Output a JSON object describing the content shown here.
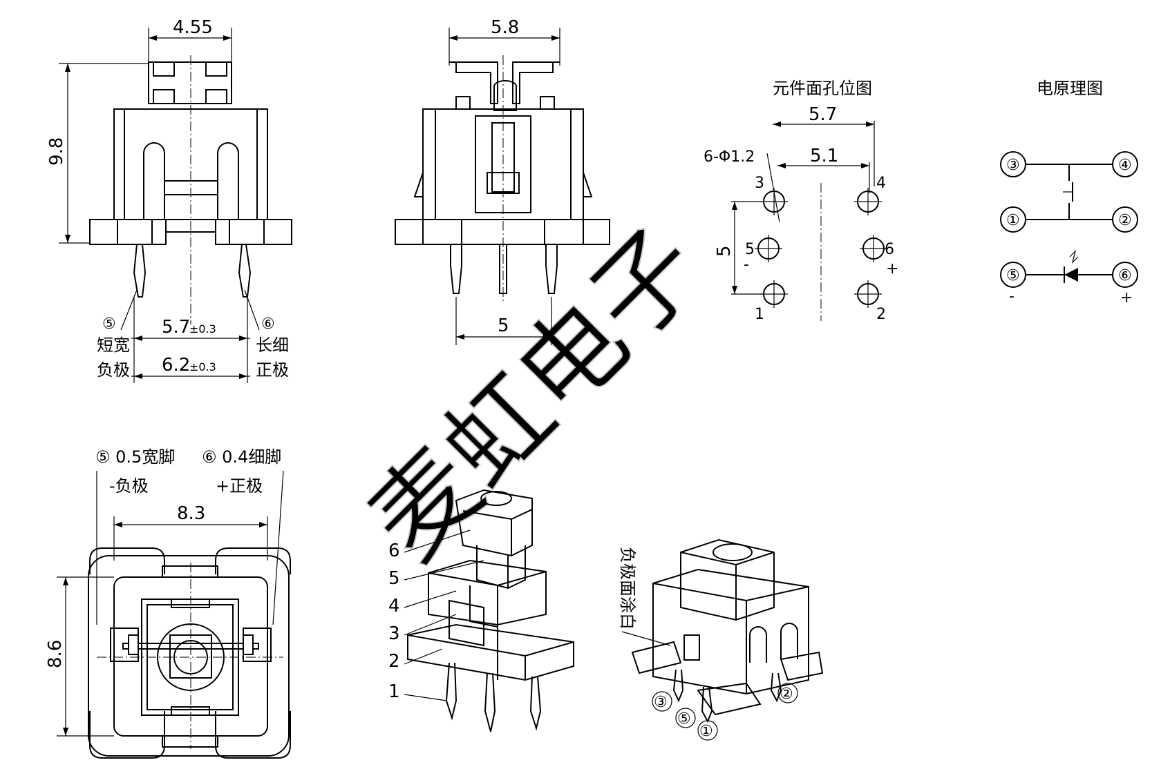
{
  "watermark": "麦虹电子",
  "front_view": {
    "dim_top": "4.55",
    "dim_height": "9.8",
    "dim_pins_inner": "5.7",
    "dim_pins_inner_tol": "±0.3",
    "dim_pins_outer": "6.2",
    "dim_pins_outer_tol": "±0.3",
    "pin5_marker": "⑤",
    "pin6_marker": "⑥",
    "pin5_desc_1": "短宽",
    "pin5_desc_2": "负极",
    "pin6_desc_1": "长细",
    "pin6_desc_2": "正极"
  },
  "side_view": {
    "dim_top": "5.8",
    "dim_bottom": "5"
  },
  "footprint": {
    "title": "元件面孔位图",
    "dim_outer": "5.7",
    "dim_inner": "5.1",
    "hole_spec": "6-Φ1.2",
    "dim_vertical": "5",
    "hole_labels": [
      "3",
      "4",
      "5",
      "6",
      "1",
      "2"
    ],
    "minus_sign": "-",
    "plus_sign": "+"
  },
  "schematic": {
    "title": "电原理图",
    "nodes": [
      "③",
      "④",
      "①",
      "②",
      "⑤",
      "⑥"
    ],
    "minus_sign": "-",
    "plus_sign": "+"
  },
  "top_view": {
    "pin5_note_1": "⑤ 0.5宽脚",
    "pin5_note_2": "-负极",
    "pin6_note_1": "⑥ 0.4细脚",
    "pin6_note_2": "+正极",
    "dim_width": "8.3",
    "dim_height": "8.6"
  },
  "exploded_view": {
    "part_labels": [
      "6",
      "5",
      "4",
      "3",
      "2",
      "1"
    ]
  },
  "iso_view": {
    "note": "负极面涂白",
    "pin_labels": [
      "③",
      "⑤",
      "①",
      "②"
    ]
  }
}
